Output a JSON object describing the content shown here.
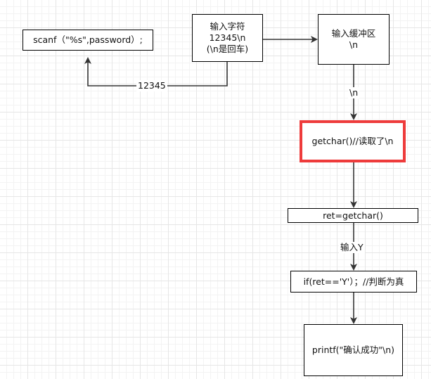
{
  "colors": {
    "highlight_border": "#ee3b3b",
    "line": "#333333"
  },
  "nodes": {
    "scanf": "scanf（\"%s\",password）;",
    "input_chars": "输入字符\n12345\\n\n(\\n是回车)",
    "input_buffer": "输入缓冲区\n\\n",
    "getchar_read": "getchar()//读取了\\n",
    "ret_getchar": "ret=getchar()",
    "if_ret": "if(ret=='Y'）；//判断为真",
    "printf_success": "printf(\"确认成功\"\\n)"
  },
  "edges": {
    "input_to_scanf": "12345",
    "buffer_to_getchar": "\\n",
    "ret_to_if": "输入Y"
  }
}
